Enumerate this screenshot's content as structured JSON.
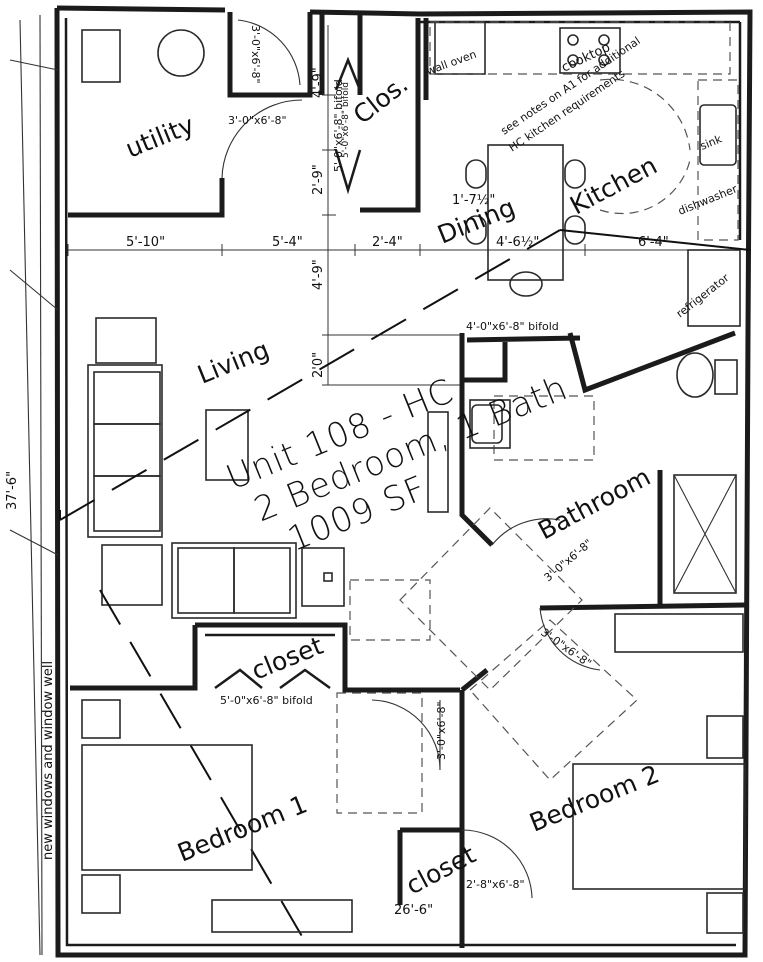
{
  "unit": {
    "title": "Unit 108 - HC",
    "subtitle": "2 Bedroom, 1 Bath",
    "area": "1009 SF"
  },
  "rooms": {
    "utility": "utility",
    "closet_top": "Clos.",
    "dining": "Dining",
    "kitchen": "Kitchen",
    "living": "Living",
    "bathroom": "Bathroom",
    "bedroom1": "Bedroom 1",
    "bedroom2": "Bedroom 2",
    "closet_mid": "closet",
    "closet_bottom": "closet"
  },
  "fixtures": {
    "wall_oven": "wall oven",
    "cooktop": "cooktop",
    "sink": "sink",
    "dishwasher": "dishwasher",
    "refrigerator": "refrigerator"
  },
  "notes": {
    "kitchen_line1": "see notes on A1 for additional",
    "kitchen_line2": "HC kitchen requirements",
    "left_side": "new windows and window well",
    "overall_dim": "37'-6\""
  },
  "doors": {
    "utility_top": "3'-0\"x6'-8\"",
    "utility_side": "3'-0\"x6'-8\"",
    "closet_bifold": "5'-0\"x6'-8\" bifold",
    "pantry_bifold": "4'-0\"x6'-8\" bifold",
    "bath_door": "3'-0\"x6'-8\"",
    "bed2_door": "3'-0\"x6'-8\"",
    "bed1_closet_bifold": "5'-0\"x6'-8\" bifold",
    "bed1_door": "3'-0\"x6'-8\"",
    "bed2_closet": "2'-8\"x6'-8\""
  },
  "dimensions": {
    "d1": "5'-10\"",
    "d2": "5'-4\"",
    "d3": "2'-4\"",
    "d4": "4'-6½\"",
    "d5": "6'-4\"",
    "v1": "4'-9\"",
    "v2": "2'-9\"",
    "v3": "4'-9\"",
    "v4": "2'0\"",
    "dining_dim": "1'-7½\"",
    "bottom": "26'-6\""
  }
}
